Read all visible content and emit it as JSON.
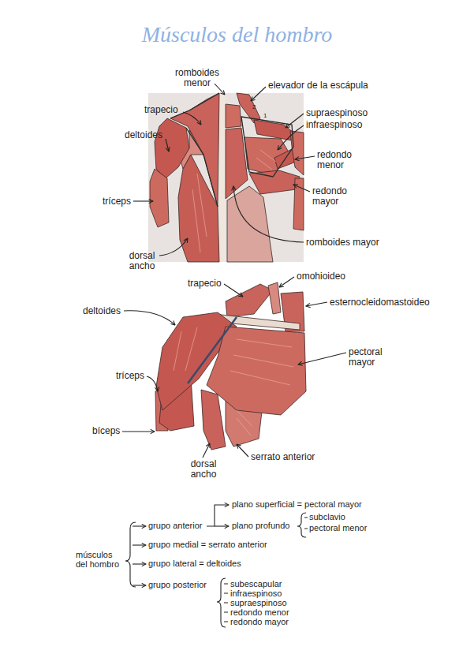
{
  "diagram": {
    "title": "Músculos del hombro",
    "labels": [
      "romboides menor",
      "elevador de la escápula",
      "trapecio",
      "2",
      "supraespinoso",
      "1",
      "infraespinoso",
      "deltoides",
      "redondo menor",
      "redondo mayor",
      "tríceps",
      "romboides mayor",
      "dorsal ancho",
      "omohioideo",
      "trapecio",
      "esternocleidomastoideo",
      "deltoides",
      "pectoral mayor",
      "tríceps",
      "bíceps",
      "dorsal ancho",
      "serrato anterior",
      "plano superficial = pectoral mayor",
      "grupo anterior",
      "plano profundo",
      "subclavio",
      "pectoral menor",
      "grupo medial = serrato anterior",
      "músculos del hombro",
      "grupo lateral = deltoides",
      "grupo posterior",
      "subescapular",
      "infraespinoso",
      "supraespinoso",
      "redondo menor",
      "redondo mayor"
    ]
  }
}
